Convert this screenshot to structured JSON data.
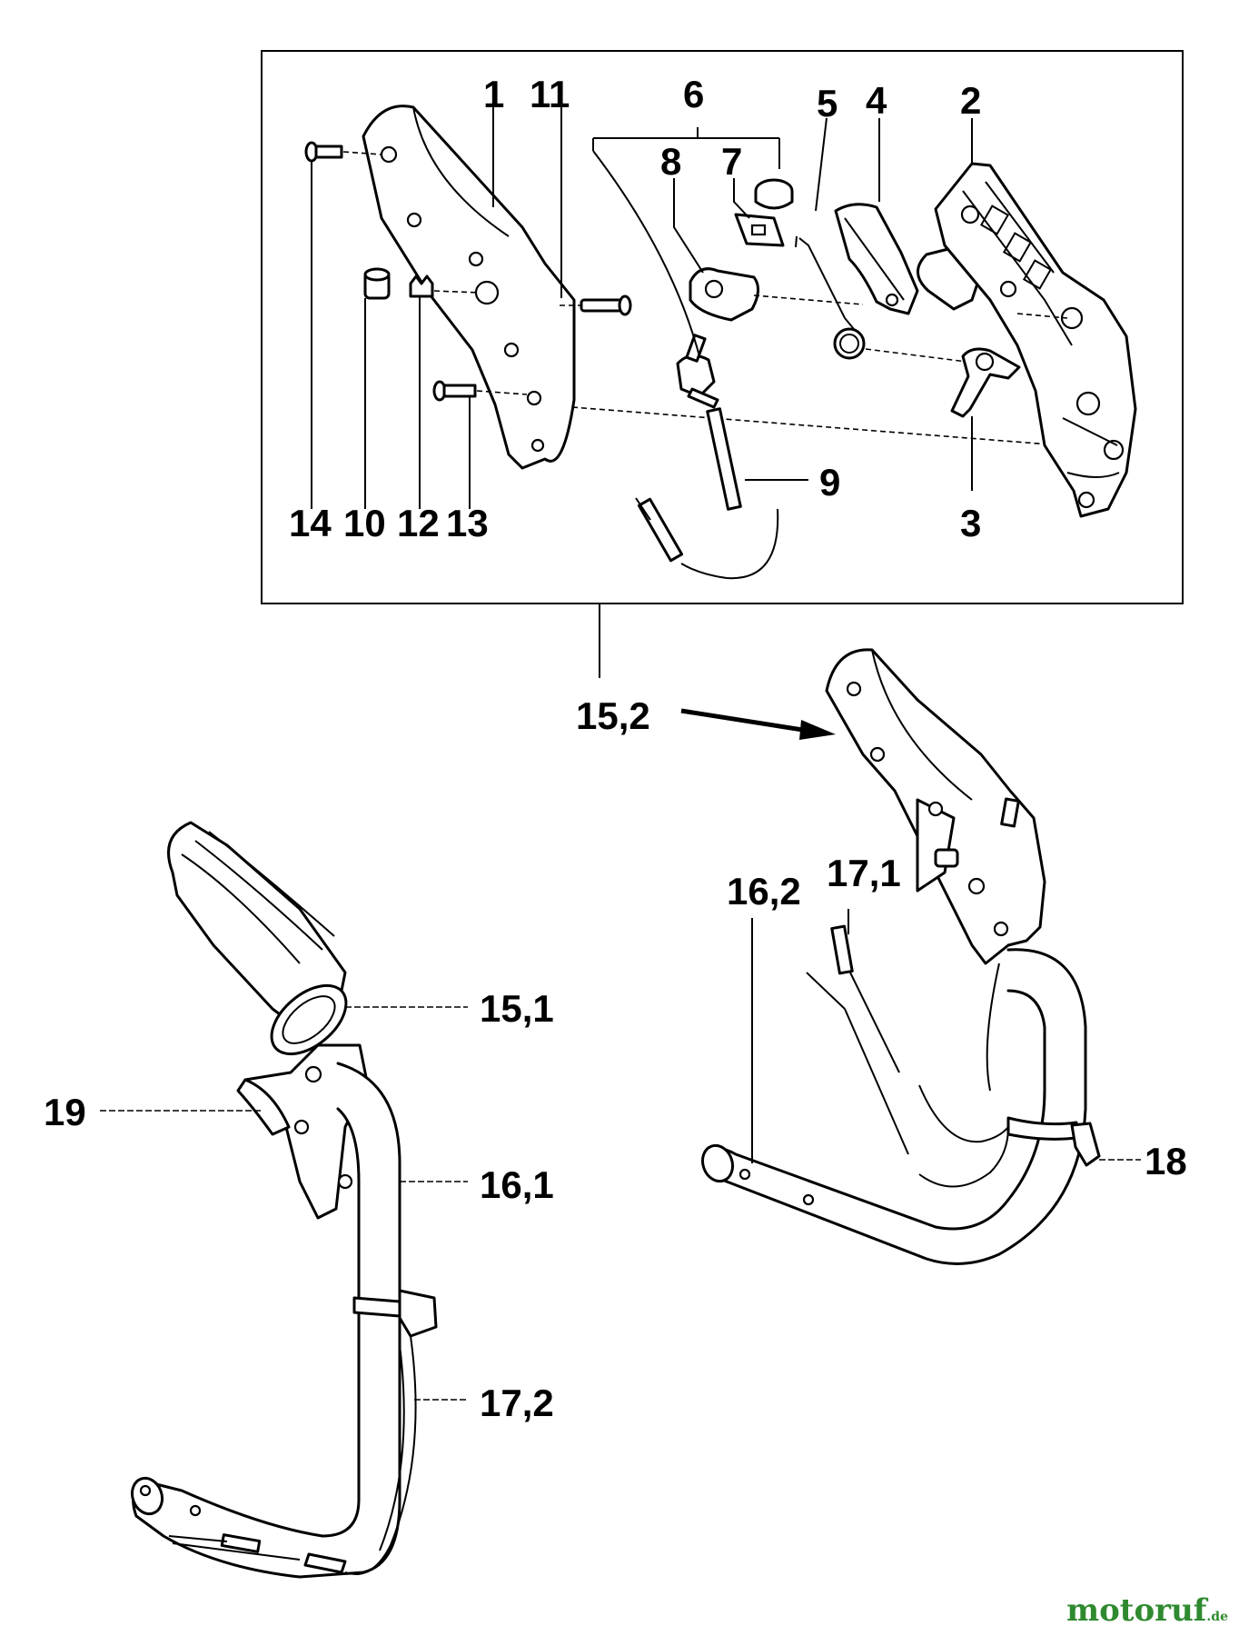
{
  "labels": {
    "p1": "1",
    "p2": "2",
    "p3": "3",
    "p4": "4",
    "p5": "5",
    "p6": "6",
    "p7": "7",
    "p8": "8",
    "p9": "9",
    "p10": "10",
    "p11": "11",
    "p12": "12",
    "p13": "13",
    "p14": "14",
    "p15_1": "15,1",
    "p15_2": "15,2",
    "p16_1": "16,1",
    "p16_2": "16,2",
    "p17_1": "17,1",
    "p17_2": "17,2",
    "p18": "18",
    "p19": "19"
  },
  "watermark": {
    "brand": "motoruf",
    "tld": ".de",
    "color": "#2f8a2f"
  }
}
